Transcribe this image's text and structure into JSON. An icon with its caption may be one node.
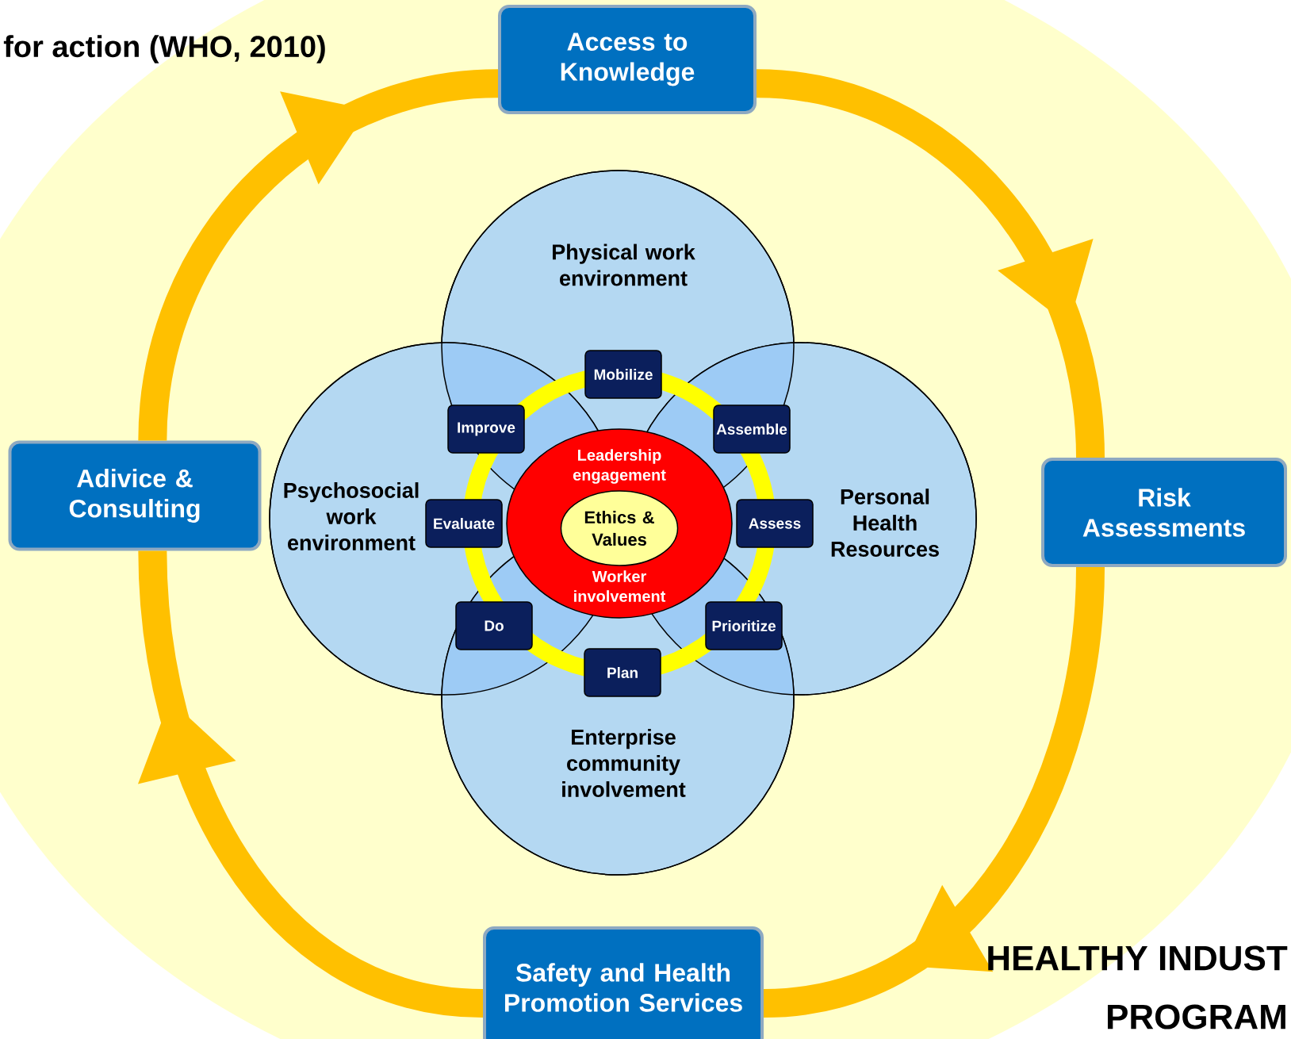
{
  "diagram": {
    "nodes": [
      {
        "text": [
          "Access to Knowledge"
        ]
      },
      {
        "text": [
          "Physical work environment"
        ]
      },
      {
        "text": [
          "Psychosocial work environment"
        ]
      },
      {
        "text": [
          "Personal Health Resources"
        ]
      },
      {
        "text": [
          "Enterprise community involvement"
        ]
      },
      {
        "text": [
          "Mobilize"
        ],
        "in": 1
      },
      {
        "text": [
          "Improve"
        ]
      },
      {
        "text": [
          "Assemble"
        ]
      },
      {
        "text": [
          "Evaluate"
        ],
        "in": 2
      },
      {
        "text": [
          "Assess"
        ],
        "in": 3
      },
      {
        "text": [
          "Do"
        ]
      },
      {
        "text": [
          "Prioritize"
        ]
      },
      {
        "text": [
          "Plan"
        ],
        "in": 4
      },
      {
        "text": [
          "Leadership engagement",
          "Worker involvement"
        ]
      },
      {
        "text": [
          "Ethics & Values"
        ],
        "in": 13
      },
      {
        "text": [
          "Adivice & Consulting"
        ]
      },
      {
        "text": [
          "Risk Assessments"
        ]
      },
      {
        "text": [
          "Safety and Health Promotion Services"
        ]
      }
    ],
    "edges": [
      {
        "from": 15,
        "to": 0,
        "arrow": "to"
      },
      {
        "from": 0,
        "to": 16,
        "arrow": "to"
      },
      {
        "from": 16,
        "to": 17,
        "arrow": "to"
      },
      {
        "from": 17,
        "to": 15,
        "arrow": "to"
      }
    ],
    "labels": [
      "for action (WHO, 2010)",
      "HEALTHY INDUST",
      "PROGRAM"
    ]
  }
}
